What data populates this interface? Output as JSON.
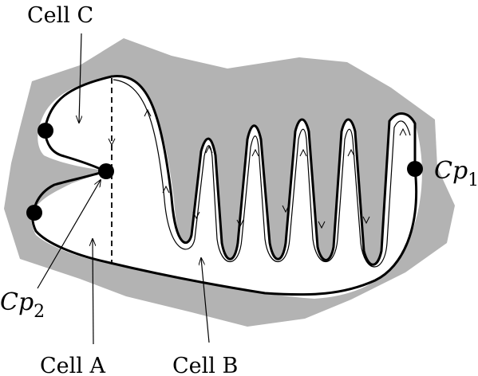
{
  "labels": {
    "cell_c": "Cell C",
    "cell_a": "Cell A",
    "cell_b": "Cell B",
    "cp1_base": "Cp",
    "cp1_sub": "1",
    "cp2_base": "Cp",
    "cp2_sub": "2"
  },
  "colors": {
    "region_fill": "#b3b3b3",
    "cell_fill": "#ffffff",
    "stroke": "#000000",
    "point": "#000000"
  }
}
